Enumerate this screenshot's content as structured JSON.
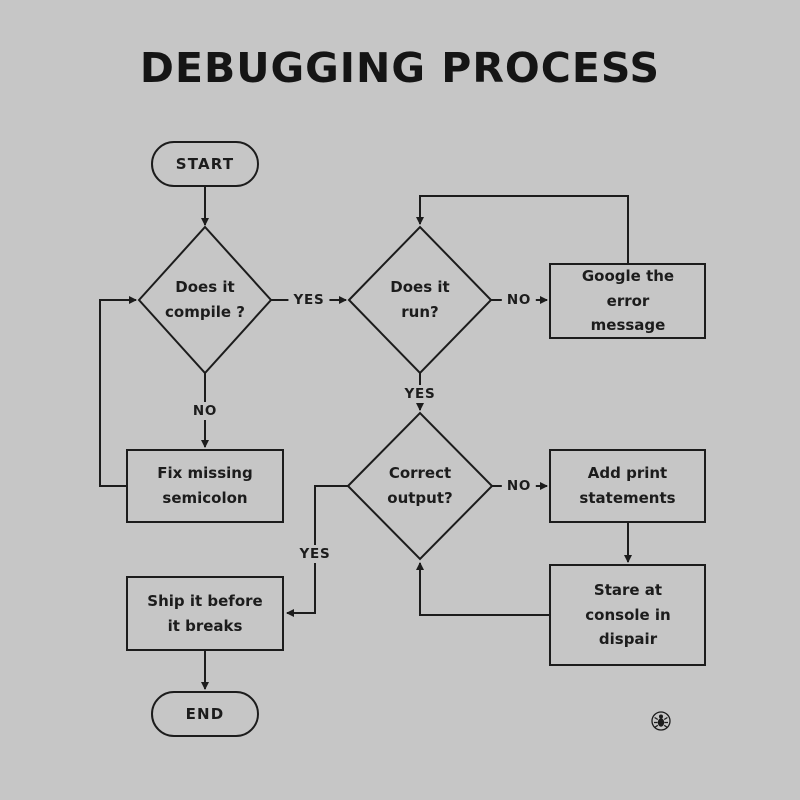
{
  "title": "DEBUGGING PROCESS",
  "nodes": {
    "start": {
      "label": "START"
    },
    "compile": {
      "label": "Does it compile ?"
    },
    "run": {
      "label": "Does it run?"
    },
    "google": {
      "label": "Google the error message"
    },
    "fix": {
      "label": "Fix missing semicolon"
    },
    "correct": {
      "label": "Correct output?"
    },
    "add_print": {
      "label": "Add print statements"
    },
    "stare": {
      "label": "Stare at console in dispair"
    },
    "ship": {
      "label": "Ship it before it breaks"
    },
    "end": {
      "label": "END"
    }
  },
  "edges": {
    "compile_to_run": {
      "label": "YES"
    },
    "compile_to_fix": {
      "label": "NO"
    },
    "run_to_google": {
      "label": "NO"
    },
    "run_to_correct": {
      "label": "YES"
    },
    "correct_to_add_print": {
      "label": "NO"
    },
    "correct_to_ship": {
      "label": "YES"
    }
  },
  "icons": {
    "bug": "bug-icon"
  },
  "colors": {
    "background": "#c6c6c6",
    "stroke": "#1c1c1c",
    "text": "#1c1c1c"
  }
}
